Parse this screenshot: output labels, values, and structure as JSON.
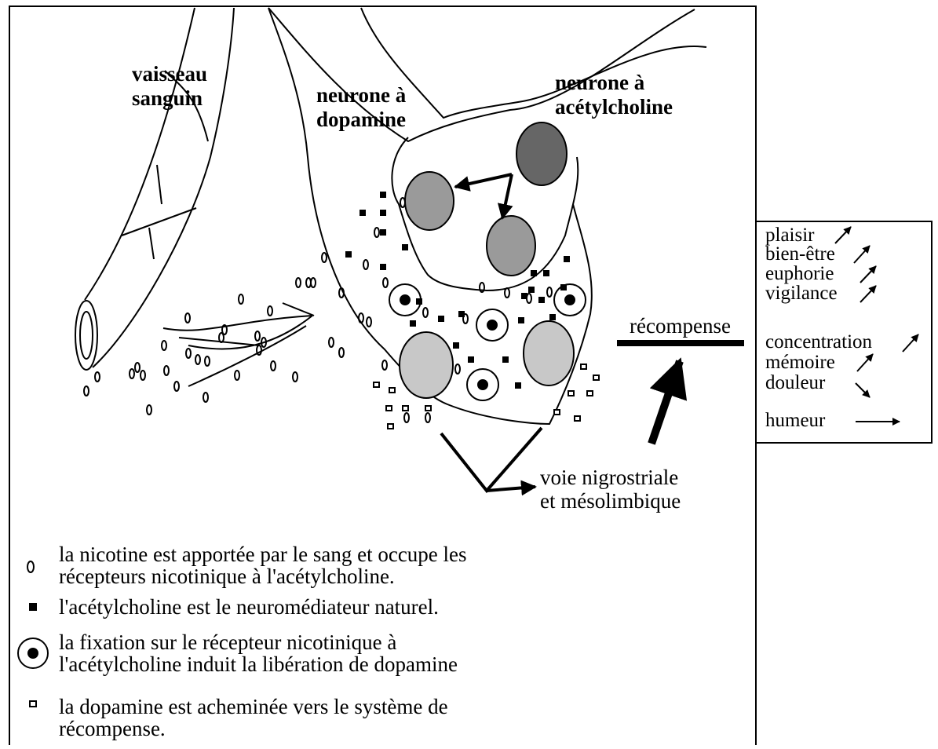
{
  "labels": {
    "vaisseau_1": "vaisseau",
    "vaisseau_2": "sanguin",
    "dopamine_1": "neurone à",
    "dopamine_2": "dopamine",
    "ach_1": "neurone à",
    "ach_2": "acétylcholine",
    "recompense": "récompense",
    "voie_1": "voie nigrostriale",
    "voie_2": "et mésolimbique"
  },
  "effects": [
    {
      "label": "plaisir",
      "trend": "up"
    },
    {
      "label": "bien-être",
      "trend": "up"
    },
    {
      "label": "euphorie",
      "trend": "up"
    },
    {
      "label": "vigilance",
      "trend": "up"
    },
    {
      "label": "concentration",
      "trend": "up"
    },
    {
      "label": "mémoire",
      "trend": "up"
    },
    {
      "label": "douleur",
      "trend": "down"
    },
    {
      "label": "humeur",
      "trend": "flat"
    }
  ],
  "legend": [
    {
      "symbol": "nicotine",
      "line1": "la nicotine est apportée par le sang et occupe les",
      "line2": "récepteurs nicotinique à l'acétylcholine."
    },
    {
      "symbol": "acetylcholine",
      "line1": "l'acétylcholine est le neuromédiateur naturel.",
      "line2": ""
    },
    {
      "symbol": "receptor",
      "line1": "la fixation sur le récepteur nicotinique à",
      "line2": "l'acétylcholine induit la libération de dopamine"
    },
    {
      "symbol": "dopamine",
      "line1": "la dopamine est acheminée vers le système de",
      "line2": "récompense."
    }
  ],
  "colors": {
    "ink": "#000000",
    "vesicle_dark": "#666666",
    "vesicle_mid": "#9a9a9a",
    "vesicle_light": "#c8c8c8"
  }
}
